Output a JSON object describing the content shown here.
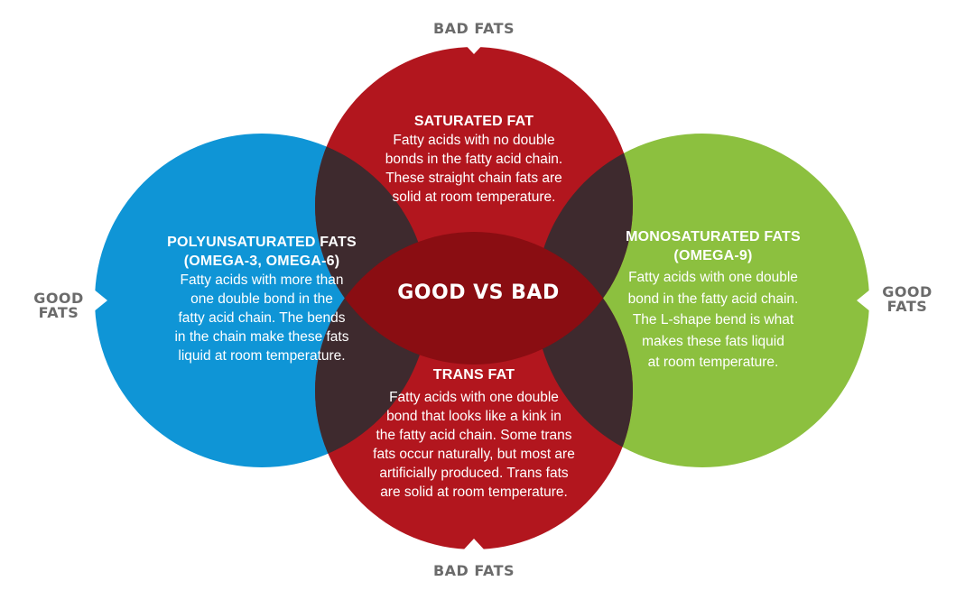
{
  "colors": {
    "saturated": "#b2161e",
    "trans": "#b2161e",
    "polyunsaturated": "#0f95d6",
    "monosaturated": "#8cc03f",
    "overlap": "#3e2a2e",
    "outer_text": "#6b6b6b"
  },
  "outer_labels": {
    "top": "BAD FATS",
    "bottom": "BAD FATS",
    "left": [
      "GOOD",
      "FATS"
    ],
    "right": [
      "GOOD",
      "FATS"
    ]
  },
  "center_label": "GOOD VS BAD",
  "circles": {
    "saturated": {
      "title": "SATURATED FAT",
      "lines": [
        "Fatty acids with no double",
        "bonds in the fatty acid chain.",
        "These straight chain fats are",
        "solid at room temperature."
      ]
    },
    "polyunsaturated": {
      "title_lines": [
        "POLYUNSATURATED FATS",
        "(OMEGA-3, OMEGA-6)"
      ],
      "lines": [
        "Fatty acids with more than",
        "one double bond in the",
        "fatty acid chain. The bends",
        "in the chain make these fats",
        "liquid at room temperature."
      ]
    },
    "monosaturated": {
      "title_lines": [
        "MONOSATURATED FATS",
        "(OMEGA-9)"
      ],
      "lines": [
        "Fatty acids with one double",
        "bond in the fatty acid chain.",
        "The L-shape bend is what",
        "makes these fats liquid",
        "at room temperature."
      ]
    },
    "trans": {
      "title": "TRANS FAT",
      "lines": [
        "Fatty acids with one double",
        "bond that looks like a kink in",
        "the fatty acid chain. Some trans",
        "fats occur naturally, but most are",
        "artificially produced. Trans fats",
        "are solid at room temperature."
      ]
    }
  }
}
